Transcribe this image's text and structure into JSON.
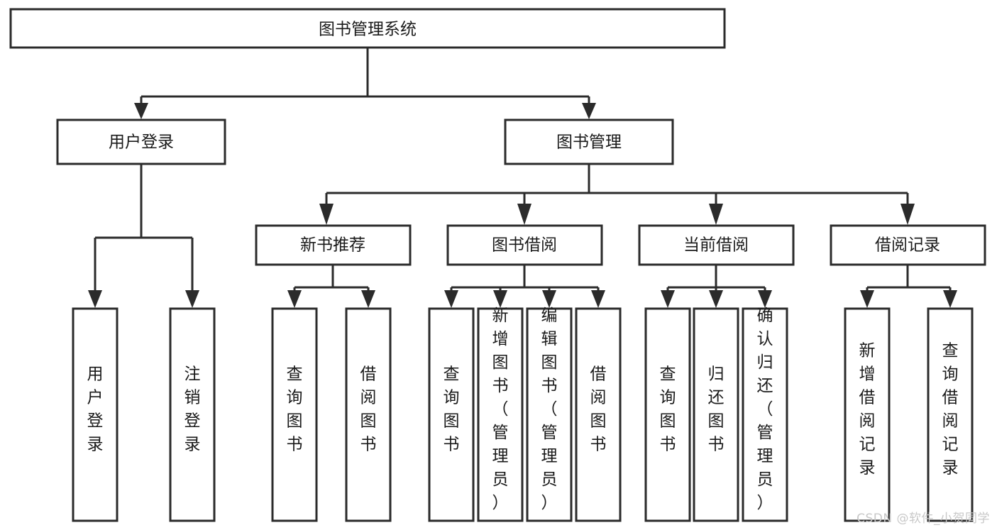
{
  "diagram": {
    "type": "tree-hierarchy-flowchart",
    "title": "图书管理系统",
    "watermark": "CSDN @软件_小贺同学",
    "colors": {
      "stroke": "#2b2b2b",
      "fill": "#ffffff",
      "text": "#1a1a1a",
      "background": "#ffffff",
      "watermark": "#c8c8c8"
    },
    "levels": [
      {
        "level": 1,
        "nodes": [
          {
            "id": "root",
            "label": "图书管理系统",
            "orientation": "horizontal"
          }
        ]
      },
      {
        "level": 2,
        "nodes": [
          {
            "id": "login",
            "label": "用户登录",
            "orientation": "horizontal",
            "parent": "root"
          },
          {
            "id": "bookmgmt",
            "label": "图书管理",
            "orientation": "horizontal",
            "parent": "root"
          }
        ]
      },
      {
        "level": 3,
        "nodes": [
          {
            "id": "newbook",
            "label": "新书推荐",
            "orientation": "horizontal",
            "parent": "bookmgmt"
          },
          {
            "id": "borrow",
            "label": "图书借阅",
            "orientation": "horizontal",
            "parent": "bookmgmt"
          },
          {
            "id": "current",
            "label": "当前借阅",
            "orientation": "horizontal",
            "parent": "bookmgmt"
          },
          {
            "id": "records",
            "label": "借阅记录",
            "orientation": "horizontal",
            "parent": "bookmgmt"
          }
        ]
      },
      {
        "level": 4,
        "nodes": [
          {
            "id": "leaf-1",
            "label": "用户登录",
            "orientation": "vertical",
            "parent": "login"
          },
          {
            "id": "leaf-2",
            "label": "注销登录",
            "orientation": "vertical",
            "parent": "login"
          },
          {
            "id": "leaf-3",
            "label": "查询图书",
            "orientation": "vertical",
            "parent": "newbook"
          },
          {
            "id": "leaf-4",
            "label": "借阅图书",
            "orientation": "vertical",
            "parent": "newbook"
          },
          {
            "id": "leaf-5",
            "label": "查询图书",
            "orientation": "vertical",
            "parent": "borrow"
          },
          {
            "id": "leaf-6",
            "label": "新增图书（管理员）",
            "orientation": "vertical",
            "parent": "borrow"
          },
          {
            "id": "leaf-7",
            "label": "编辑图书（管理员）",
            "orientation": "vertical",
            "parent": "borrow"
          },
          {
            "id": "leaf-8",
            "label": "借阅图书",
            "orientation": "vertical",
            "parent": "borrow"
          },
          {
            "id": "leaf-9",
            "label": "查询图书",
            "orientation": "vertical",
            "parent": "current"
          },
          {
            "id": "leaf-10",
            "label": "归还图书",
            "orientation": "vertical",
            "parent": "current"
          },
          {
            "id": "leaf-11",
            "label": "确认归还（管理员）",
            "orientation": "vertical",
            "parent": "current"
          },
          {
            "id": "leaf-12",
            "label": "新增借阅记录",
            "orientation": "vertical",
            "parent": "records"
          },
          {
            "id": "leaf-13",
            "label": "查询借阅记录",
            "orientation": "vertical",
            "parent": "records"
          }
        ]
      }
    ],
    "labels": {
      "root": "图书管理系统",
      "login": "用户登录",
      "bookmgmt": "图书管理",
      "newbook": "新书推荐",
      "borrow": "图书借阅",
      "current": "当前借阅",
      "records": "借阅记录",
      "leaf1": "用户登录",
      "leaf2": "注销登录",
      "leaf3": "查询图书",
      "leaf4": "借阅图书",
      "leaf5": "查询图书",
      "leaf6": "新增图书（管理员）",
      "leaf7": "编辑图书（管理员）",
      "leaf8": "借阅图书",
      "leaf9": "查询图书",
      "leaf10": "归还图书",
      "leaf11": "确认归还（管理员）",
      "leaf12": "新增借阅记录",
      "leaf13": "查询借阅记录"
    }
  }
}
